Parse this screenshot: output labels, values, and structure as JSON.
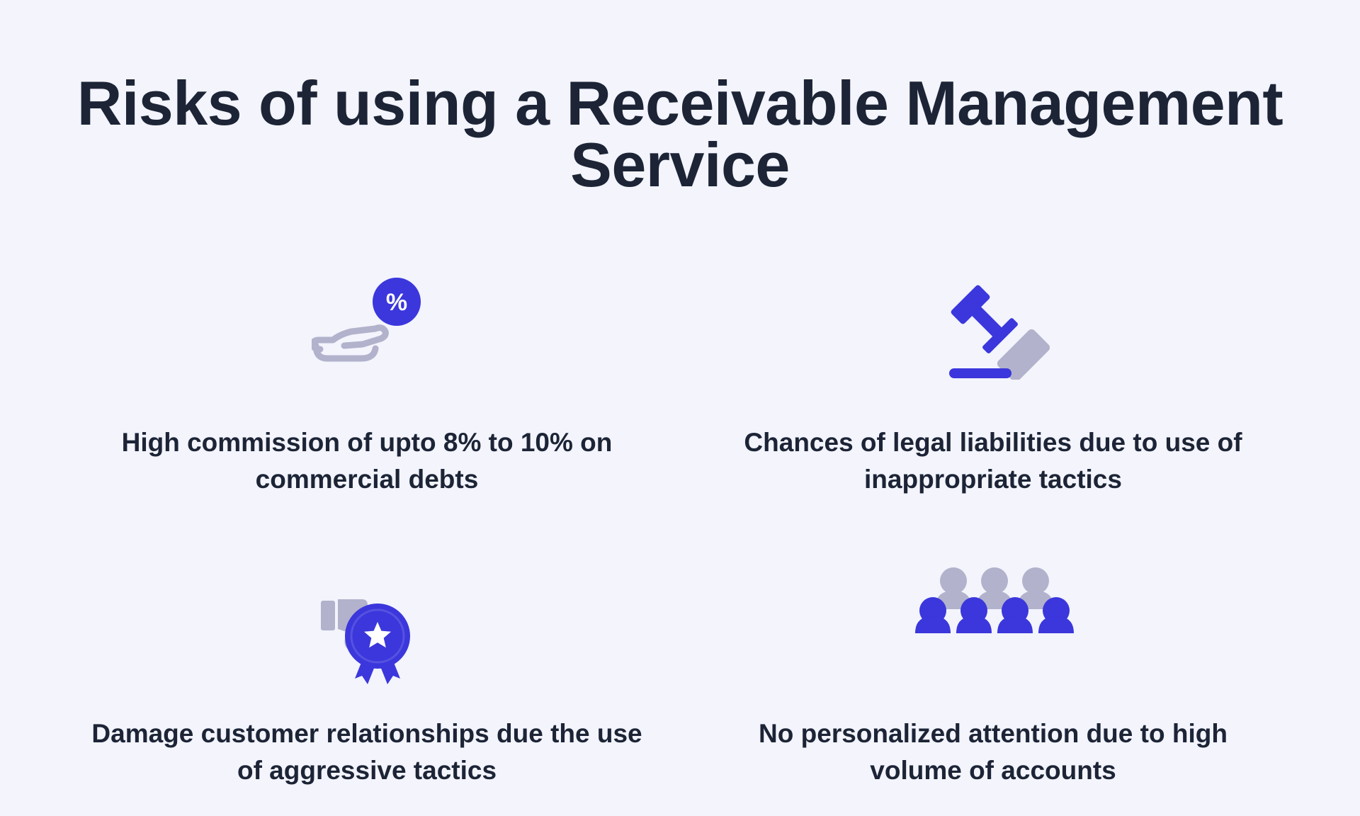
{
  "page": {
    "title": "Risks of using a Receivable Management Service"
  },
  "risks": [
    {
      "icon": "hand-percent-icon",
      "text": "High commission of upto 8% to 10% on commercial debts"
    },
    {
      "icon": "gavel-icon",
      "text": "Chances of legal liabilities due to use of inappropriate tactics"
    },
    {
      "icon": "thumbs-down-badge-icon",
      "text": "Damage customer relationships due the use of aggressive tactics"
    },
    {
      "icon": "crowd-icon",
      "text": "No personalized attention due to high volume of accounts"
    }
  ],
  "icon_badge_text": "%",
  "colors": {
    "background": "#f3f4fc",
    "text": "#1c2436",
    "accent": "#3b37dc",
    "muted": "#b2b2cc"
  }
}
